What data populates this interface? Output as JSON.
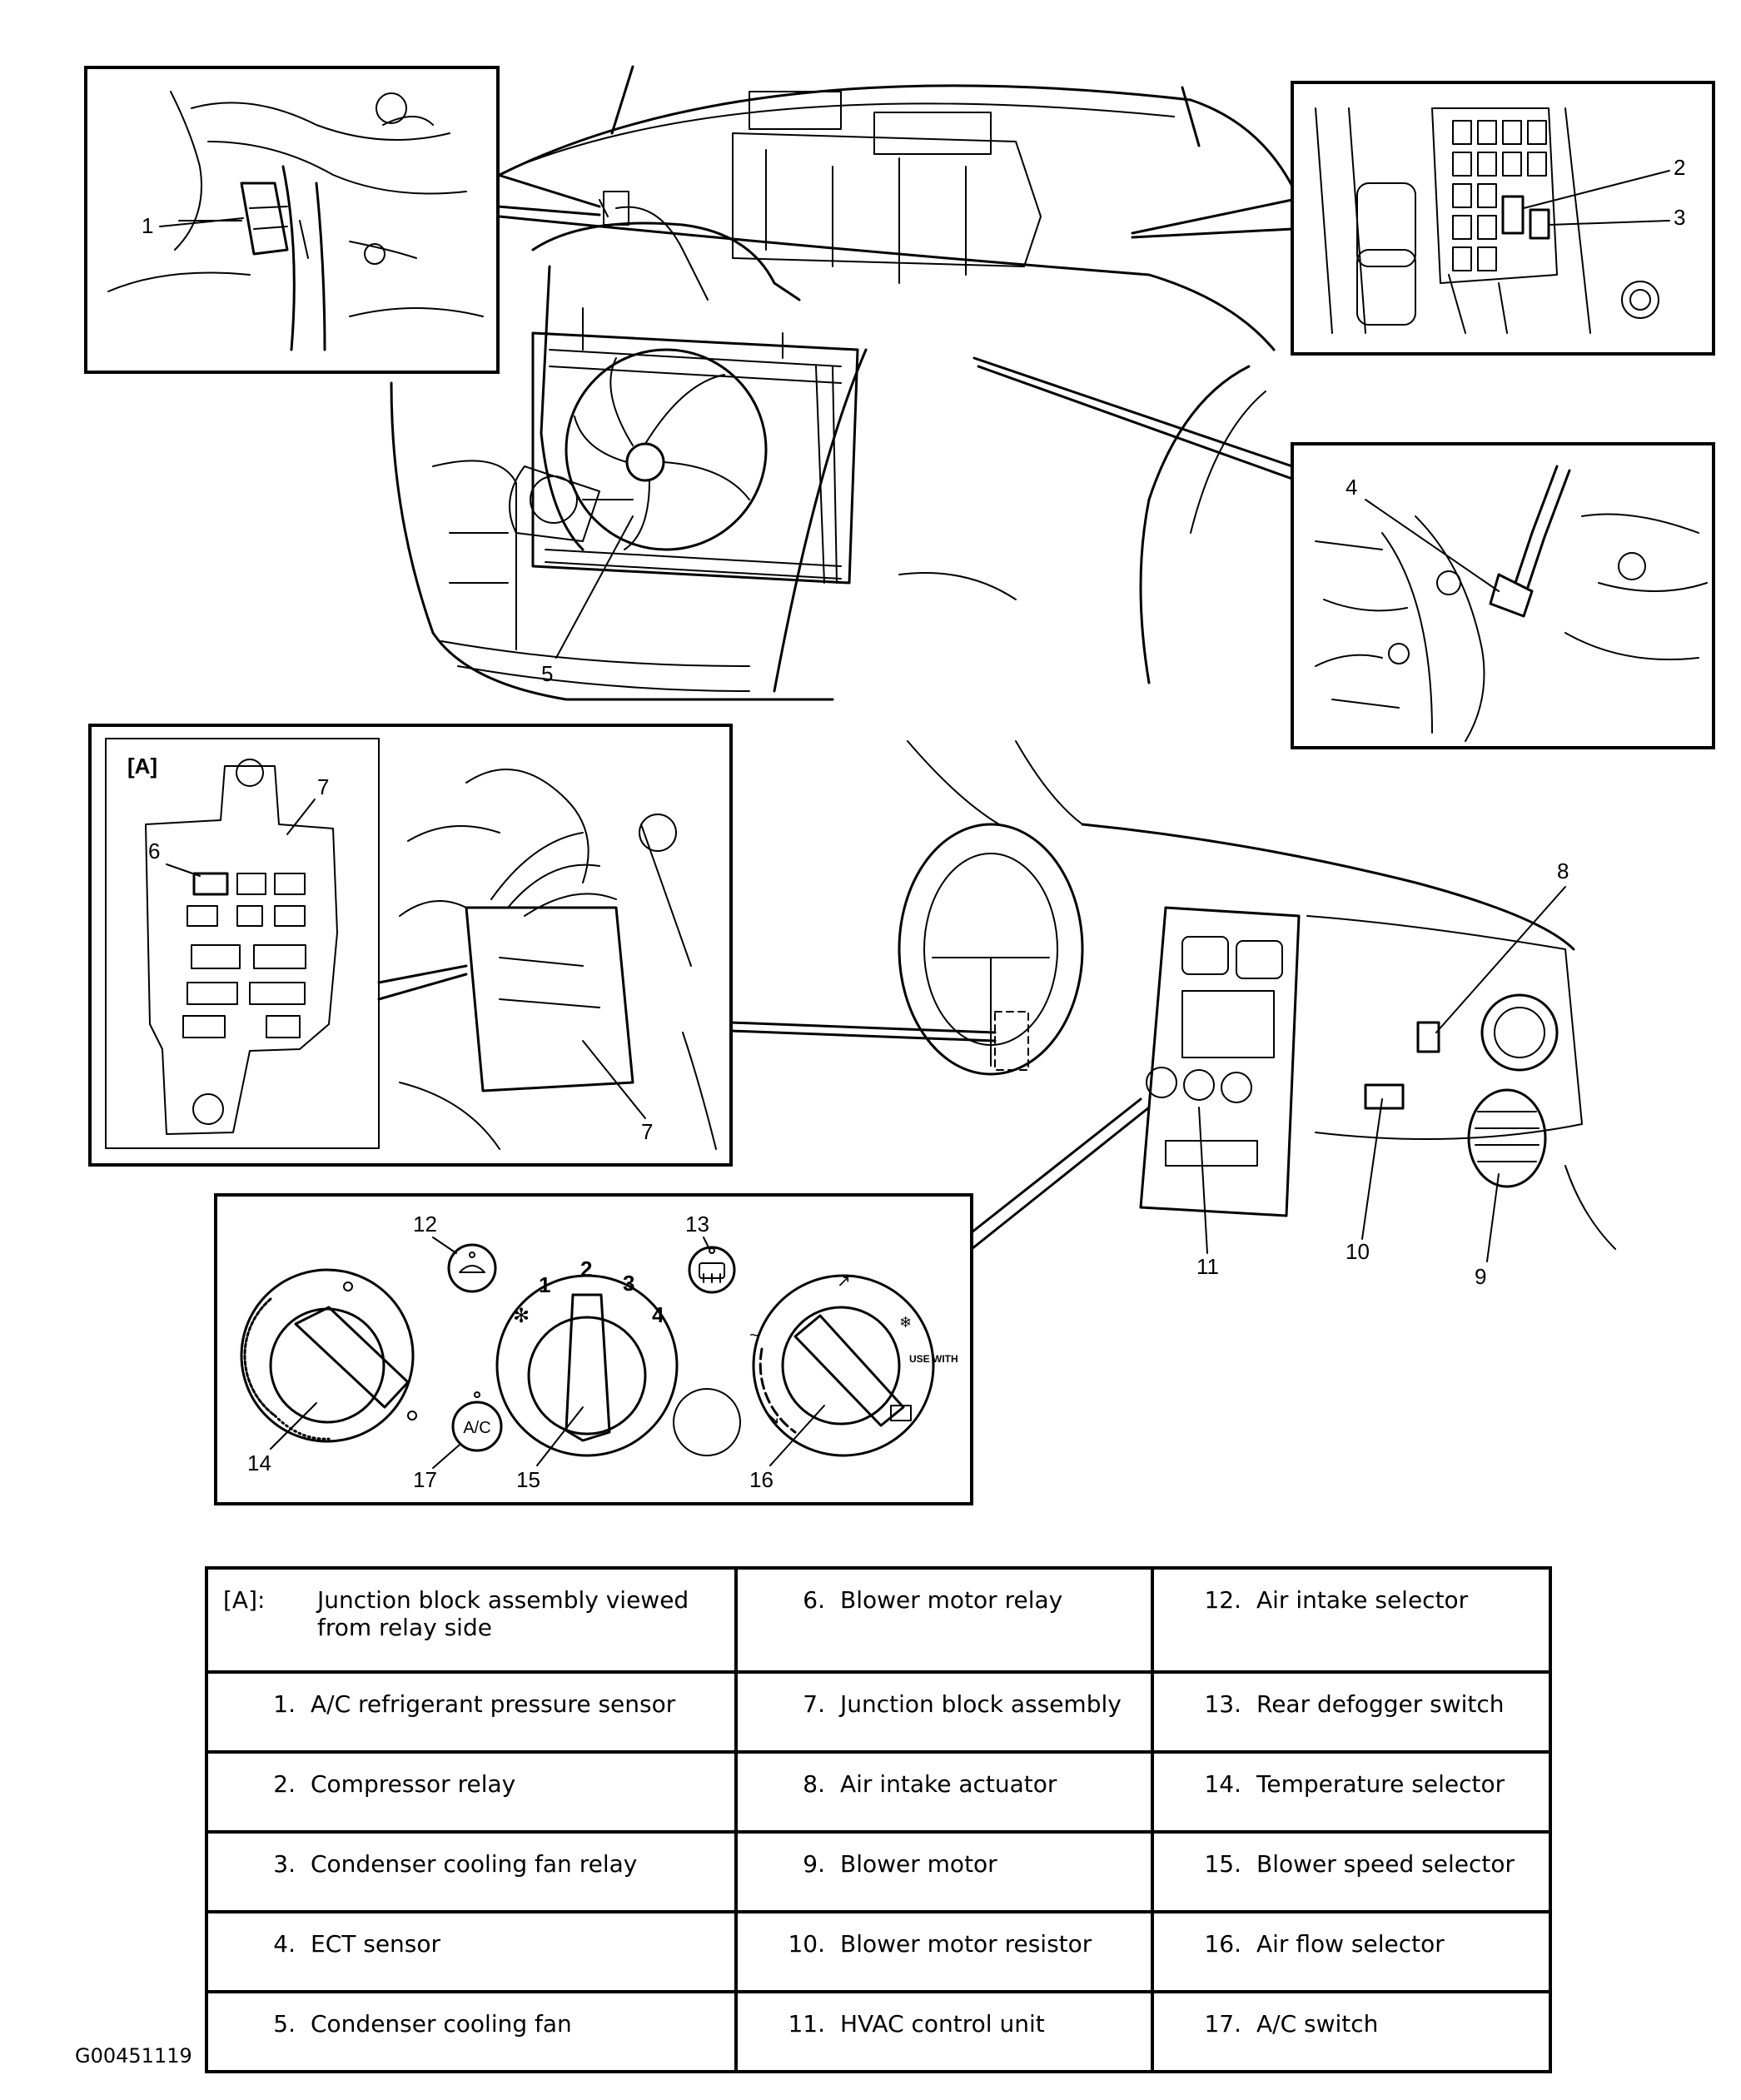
{
  "callouts": {
    "c1": "1",
    "c2": "2",
    "c3": "3",
    "c4": "4",
    "c5": "5",
    "c6": "6",
    "c7a": "7",
    "c7b": "7",
    "c8": "8",
    "c9": "9",
    "c10": "10",
    "c11": "11",
    "c12": "12",
    "c13": "13",
    "c14": "14",
    "c15": "15",
    "c16": "16",
    "c17": "17",
    "inset_a": "[A]"
  },
  "panel": {
    "speed_1": "1",
    "speed_2": "2",
    "speed_3": "3",
    "speed_4": "4",
    "ac_label": "A/C",
    "use_with": "USE WITH"
  },
  "legend": [
    [
      {
        "num": "[A]:",
        "label": "Junction block assembly viewed from relay side"
      },
      {
        "num": "6.",
        "label": "Blower motor relay"
      },
      {
        "num": "12.",
        "label": "Air intake selector"
      }
    ],
    [
      {
        "num": "1.",
        "label": "A/C refrigerant pressure sensor"
      },
      {
        "num": "7.",
        "label": "Junction block assembly"
      },
      {
        "num": "13.",
        "label": "Rear defogger switch"
      }
    ],
    [
      {
        "num": "2.",
        "label": "Compressor relay"
      },
      {
        "num": "8.",
        "label": "Air intake actuator"
      },
      {
        "num": "14.",
        "label": "Temperature selector"
      }
    ],
    [
      {
        "num": "3.",
        "label": "Condenser cooling fan relay"
      },
      {
        "num": "9.",
        "label": "Blower motor"
      },
      {
        "num": "15.",
        "label": "Blower speed selector"
      }
    ],
    [
      {
        "num": "4.",
        "label": "ECT sensor"
      },
      {
        "num": "10.",
        "label": "Blower motor resistor"
      },
      {
        "num": "16.",
        "label": "Air flow selector"
      }
    ],
    [
      {
        "num": "5.",
        "label": "Condenser cooling fan"
      },
      {
        "num": "11.",
        "label": "HVAC control unit"
      },
      {
        "num": "17.",
        "label": "A/C switch"
      }
    ]
  ],
  "figure_code": "G00451119"
}
